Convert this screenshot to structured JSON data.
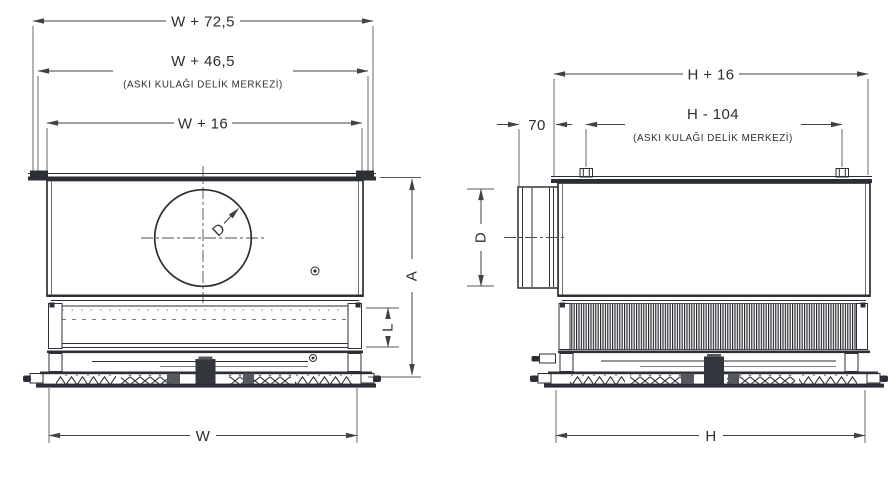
{
  "page": {
    "background": "#ffffff",
    "line_color": "#2c2f35",
    "drawing_type": "dimension-drawing"
  },
  "front_view": {
    "dim_overall_width": "W + 72,5",
    "dim_lug_hole_width": "W + 46,5",
    "dim_lug_hole_note": "(ASKI KULAĞI DELİK MERKEZİ)",
    "dim_top_flange_width": "W + 16",
    "dim_duct_diameter": "D",
    "dim_unit_height": "A",
    "dim_filter_height": "L",
    "dim_body_width": "W"
  },
  "side_view": {
    "dim_overall_depth": "H + 16",
    "dim_collar_protrusion": "70",
    "dim_lug_hole_depth": "H - 104",
    "dim_lug_hole_note": "(ASKI KULAĞI DELİK MERKEZİ)",
    "dim_duct_diameter": "D",
    "dim_body_depth": "H"
  }
}
